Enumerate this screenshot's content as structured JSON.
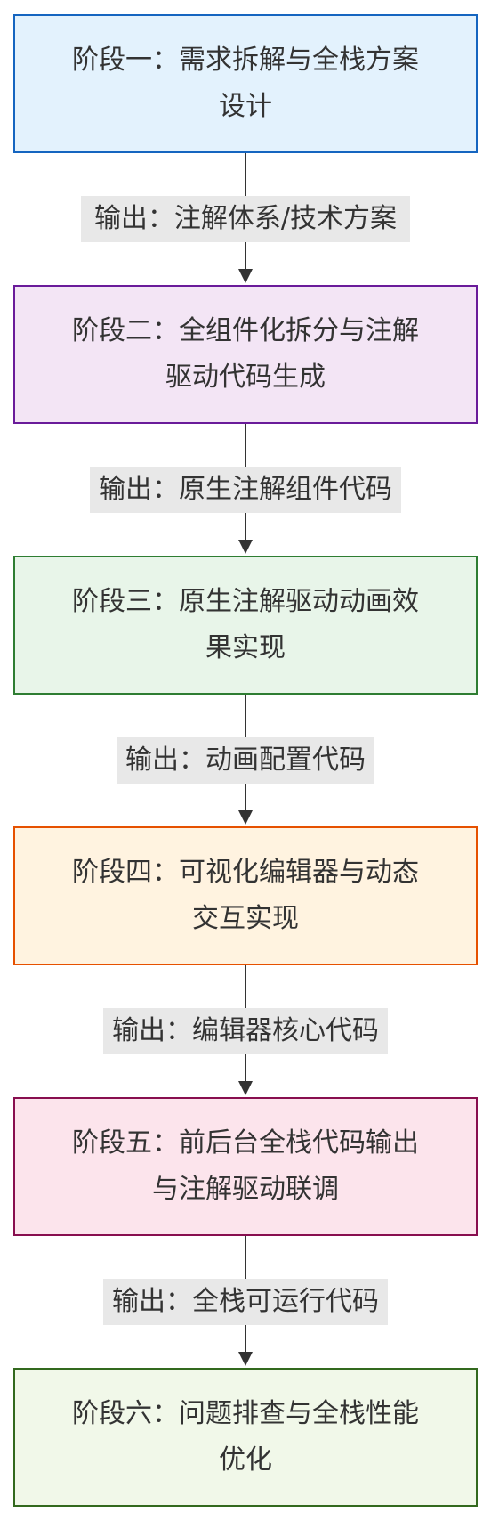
{
  "stages": [
    {
      "label": "阶段一：需求拆解与全栈方案设计",
      "fill": "#e3f2fd",
      "stroke": "#1565c0"
    },
    {
      "label": "阶段二：全组件化拆分与注解驱动代码生成",
      "fill": "#f3e5f5",
      "stroke": "#6a1b9a"
    },
    {
      "label": "阶段三：原生注解驱动动画效果实现",
      "fill": "#e8f5e9",
      "stroke": "#2e7d32"
    },
    {
      "label": "阶段四：可视化编辑器与动态交互实现",
      "fill": "#fff3e0",
      "stroke": "#e65100"
    },
    {
      "label": "阶段五：前后台全栈代码输出与注解驱动联调",
      "fill": "#fce4ec",
      "stroke": "#880e4f"
    },
    {
      "label": "阶段六：问题排查与全栈性能优化",
      "fill": "#f1f8e9",
      "stroke": "#33691e"
    }
  ],
  "edges": [
    {
      "label": "输出：注解体系/技术方案"
    },
    {
      "label": "输出：原生注解组件代码"
    },
    {
      "label": "输出：动画配置代码"
    },
    {
      "label": "输出：编辑器核心代码"
    },
    {
      "label": "输出：全栈可运行代码"
    }
  ]
}
